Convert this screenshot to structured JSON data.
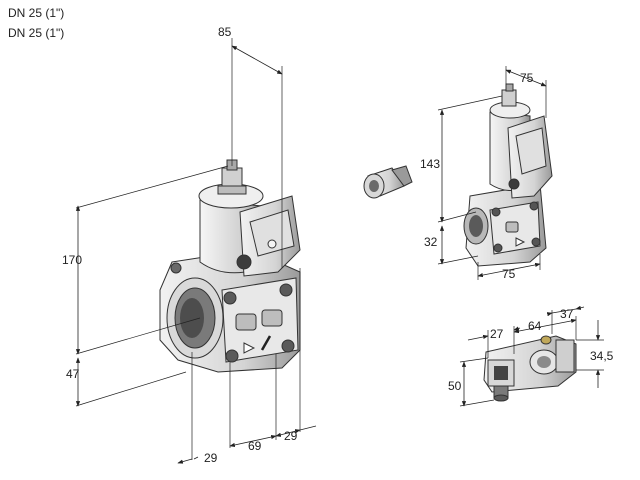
{
  "header": {
    "line1": "DN 25 (1\")",
    "line2": "DN 25 (1\")"
  },
  "dimensions": {
    "large_valve": {
      "width_top": "85",
      "height": "170",
      "inlet_height": "47",
      "offset_left": "29",
      "width_mid": "69",
      "offset_right": "29"
    },
    "small_valve": {
      "width_top": "75",
      "height": "143",
      "base_height": "32",
      "width_bottom": "75"
    },
    "connector": {
      "length_a": "27",
      "length_b": "64",
      "length_c": "37",
      "height_a": "34,5",
      "height_b": "50"
    }
  },
  "colors": {
    "line": "#222222",
    "body_light": "#e6e6e6",
    "body_mid": "#bdbdbd",
    "body_dark": "#6e6e6e"
  }
}
